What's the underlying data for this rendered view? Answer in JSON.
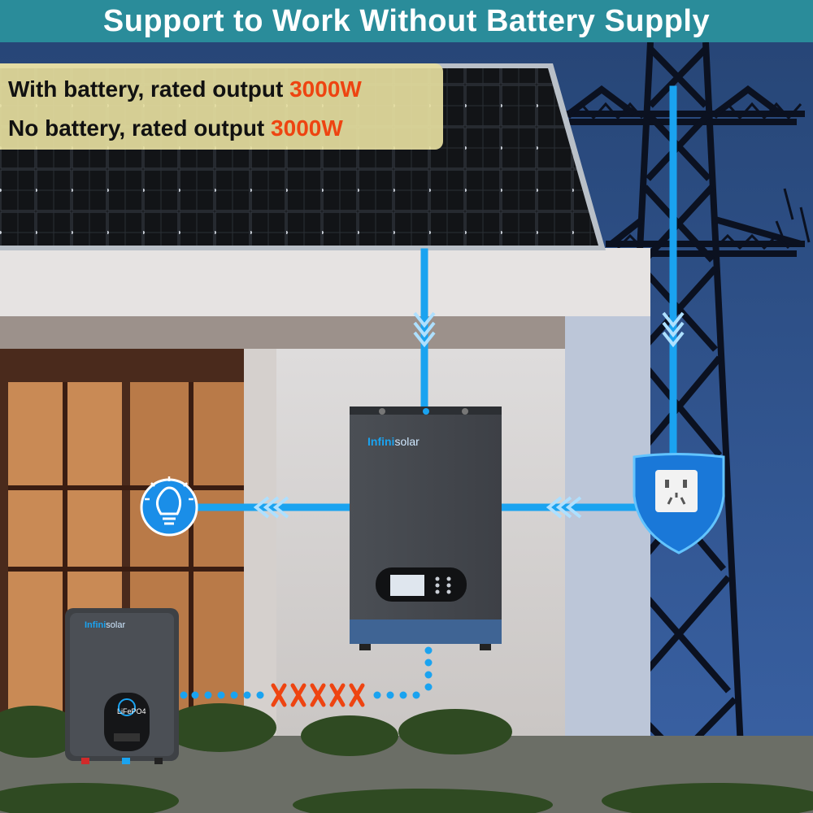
{
  "banner": {
    "title": "Support to Work Without Battery Supply"
  },
  "specs": [
    {
      "label": "With battery, rated output ",
      "value": "3000W"
    },
    {
      "label": "No battery, rated output ",
      "value": "3000W"
    }
  ],
  "inverter": {
    "brand_left": "Infini",
    "brand_right": "solar"
  },
  "battery": {
    "brand_left": "Infini",
    "brand_right": "solar",
    "model": "LiFePO4"
  },
  "colors": {
    "banner": "#2a8c9a",
    "highlight": "#ee4411",
    "flow": "#1aa3f0",
    "sky": "#2c4f86"
  },
  "icons": {
    "load": "light-bulb-icon",
    "grid": "power-outlet-shield-icon",
    "disconnected": "cross-mark-icon"
  }
}
